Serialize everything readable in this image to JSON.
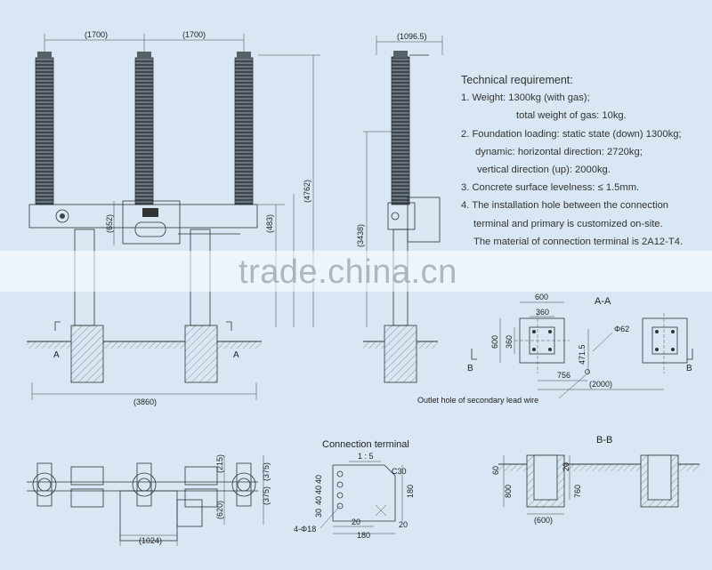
{
  "technical": {
    "title": "Technical requirement:",
    "lines": [
      "1. Weight: 1300kg (with gas);",
      "total weight of gas: 10kg.",
      "2. Foundation loading: static state (down) 1300kg;",
      "dynamic:  horizontal direction: 2720kg;",
      "vertical direction (up): 2000kg.",
      "3. Concrete surface levelness: ≤ 1.5mm.",
      "4. The installation hole between the connection",
      "terminal and primary is customized on-site.",
      "The material of connection terminal is 2A12-T4."
    ]
  },
  "front_view": {
    "dim_spacing_1": "(1700)",
    "dim_spacing_2": "(1700)",
    "dim_total_height": "(4762)",
    "dim_box_height": "(652)",
    "dim_side": "(483)",
    "dim_width": "(3860)",
    "section_left": "A",
    "section_right": "A"
  },
  "side_view": {
    "dim_depth": "(1096.5)",
    "dim_height": "(3438)"
  },
  "section_aa": {
    "title": "A-A",
    "dim_600_top": "600",
    "dim_360_top": "360",
    "dim_600_side": "600",
    "dim_360_side": "360",
    "dim_4715": "471.5",
    "dim_756": "756",
    "dim_2000": "(2000)",
    "dim_phi62": "Φ62",
    "label_b_left": "B",
    "label_b_right": "B",
    "outlet_note": "Outlet hole of secondary lead wire"
  },
  "top_view": {
    "dim_215": "(215)",
    "dim_375_a": "(375)",
    "dim_375_b": "(375)",
    "dim_620": "(620)",
    "dim_1024": "(1024)"
  },
  "connection_terminal": {
    "title": "Connection terminal",
    "scale": "1 : 5",
    "c30": "C30",
    "dim_180_side": "180",
    "dim_30": "30",
    "dim_40_a": "40",
    "dim_40_b": "40",
    "dim_40_c": "40",
    "dim_20_a": "20",
    "dim_20_b": "20",
    "dim_180_bottom": "180",
    "holes": "4-Φ18"
  },
  "section_bb": {
    "title": "B-B",
    "dim_60": "60",
    "dim_800": "800",
    "dim_20": "20",
    "dim_760": "760",
    "dim_600": "(600)"
  },
  "watermark": "trade.china.cn"
}
